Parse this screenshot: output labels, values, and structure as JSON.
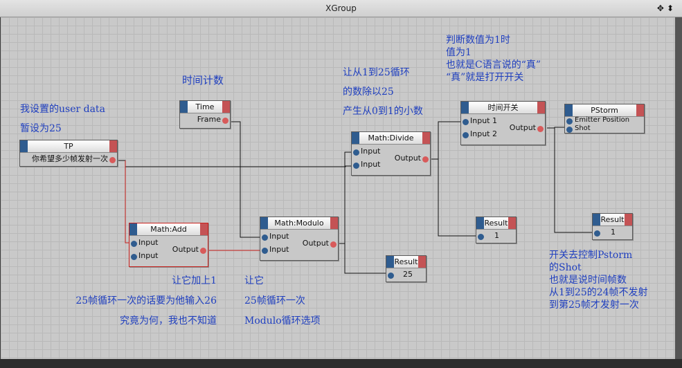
{
  "window": {
    "title": "XGroup",
    "controls": [
      "✥",
      "⬍"
    ]
  },
  "nodes": {
    "time": {
      "title": "Time",
      "outputs": [
        "Frame"
      ]
    },
    "tp": {
      "title": "TP",
      "outputs": [
        "你希望多少帧发射一次"
      ]
    },
    "add": {
      "title": "Math:Add",
      "inputs": [
        "Input",
        "Input"
      ],
      "outputs": [
        "Output"
      ]
    },
    "modulo": {
      "title": "Math:Modulo",
      "inputs": [
        "Input",
        "Input"
      ],
      "outputs": [
        "Output"
      ]
    },
    "result_mod": {
      "title": "Result",
      "value": "25"
    },
    "divide": {
      "title": "Math:Divide",
      "inputs": [
        "Input",
        "Input"
      ],
      "outputs": [
        "Output"
      ]
    },
    "switch": {
      "title": "时间开关",
      "inputs": [
        "Input 1",
        "Input 2"
      ],
      "outputs": [
        "Output"
      ]
    },
    "result_div": {
      "title": "Result",
      "value": "1"
    },
    "pstorm": {
      "title": "PStorm",
      "inputs": [
        "Emitter Position",
        "Shot"
      ]
    },
    "result_sw": {
      "title": "Result",
      "value": "1"
    }
  },
  "notes": {
    "user_data": [
      "我设置的user data",
      "暂设为25"
    ],
    "time_count": [
      "时间计数"
    ],
    "divide": [
      "让从1到25循环",
      "的数除以25",
      "产生从0到1的小数"
    ],
    "judge": [
      "判断数值为1时",
      "值为1",
      "也就是C语言说的“真”",
      "“真”就是打开开关"
    ],
    "add": [
      "让它加上1",
      "25帧循环一次的话要为他输入26",
      "究竟为何，我也不知道"
    ],
    "modulo": [
      "让它",
      "25帧循环一次",
      "Modulo循环选项"
    ],
    "shot": [
      "开关去控制Pstorm",
      "的Shot",
      "也就是说时间帧数",
      "从1到25的24帧不发射",
      "到第25帧才发射一次"
    ]
  }
}
